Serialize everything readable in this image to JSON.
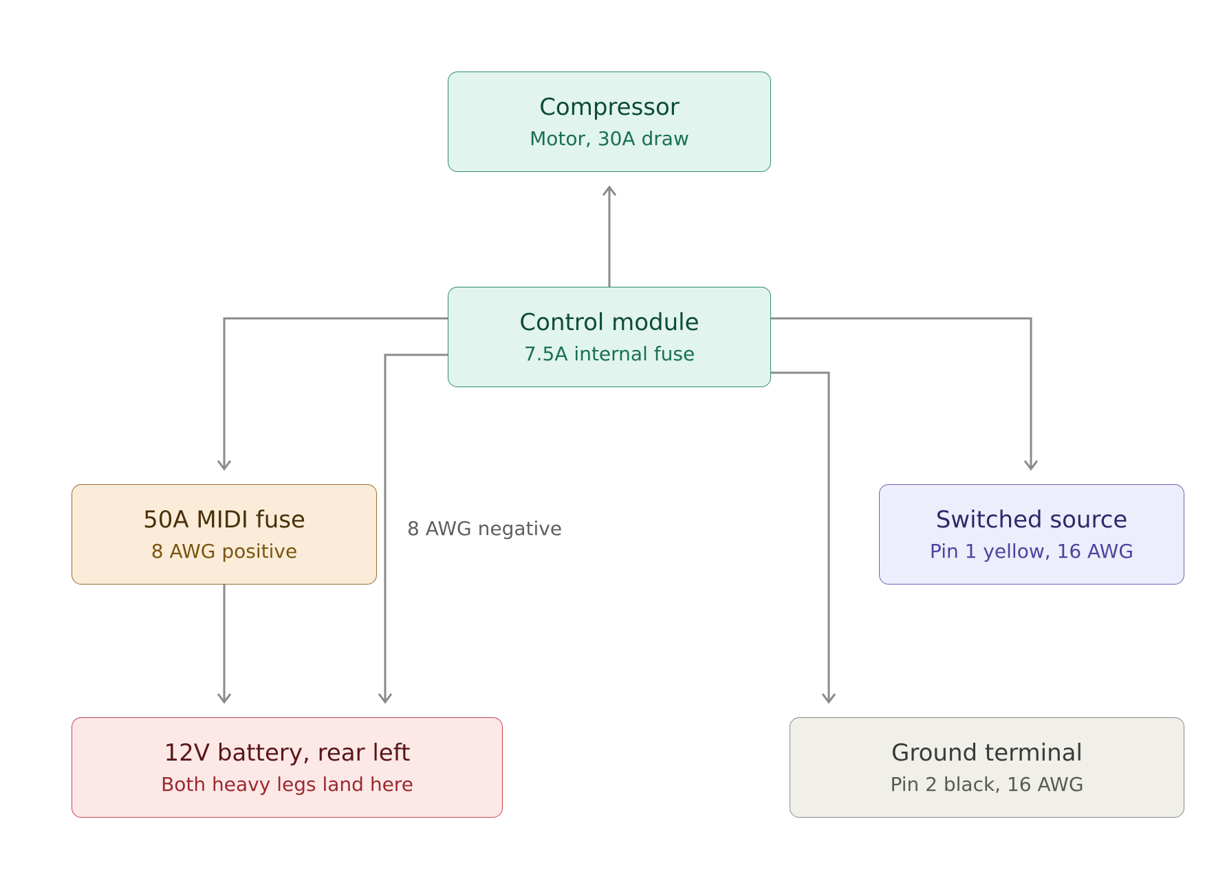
{
  "nodes": {
    "compressor": {
      "title": "Compressor",
      "subtitle": "Motor, 30A draw"
    },
    "control_module": {
      "title": "Control module",
      "subtitle": "7.5A internal fuse"
    },
    "midi_fuse": {
      "title": "50A MIDI fuse",
      "subtitle": "8 AWG positive"
    },
    "switched_source": {
      "title": "Switched source",
      "subtitle": "Pin 1 yellow, 16 AWG"
    },
    "battery": {
      "title": "12V battery, rear left",
      "subtitle": "Both heavy legs land here"
    },
    "ground_terminal": {
      "title": "Ground terminal",
      "subtitle": "Pin 2 black, 16 AWG"
    }
  },
  "edge_labels": {
    "negative": "8 AWG negative"
  },
  "colors": {
    "wire": "#8a8a8a",
    "teal_fill": "#e1f4ee",
    "amber_fill": "#fbecd9",
    "lavender_fill": "#ededfb",
    "pink_fill": "#fde8e8",
    "gray_fill": "#f0efea"
  }
}
